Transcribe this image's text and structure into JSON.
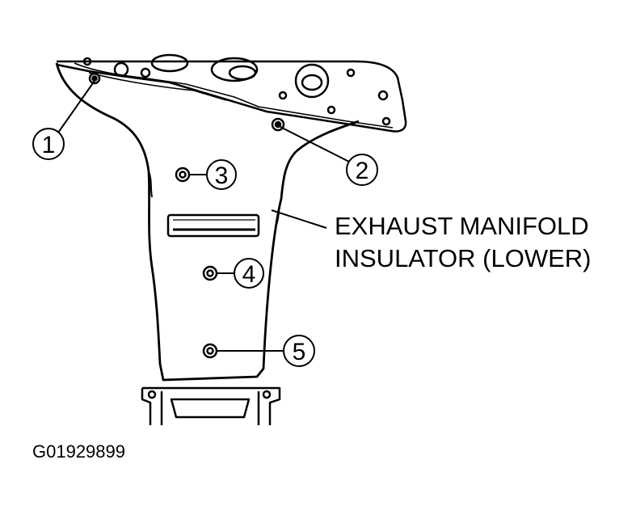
{
  "diagram": {
    "part_label": {
      "line1": "EXHAUST MANIFOLD",
      "line2": "INSULATOR (LOWER)"
    },
    "callouts": [
      "1",
      "2",
      "3",
      "4",
      "5"
    ],
    "figure_id": "G01929899"
  },
  "colors": {
    "line": "#000000",
    "background": "#ffffff"
  }
}
